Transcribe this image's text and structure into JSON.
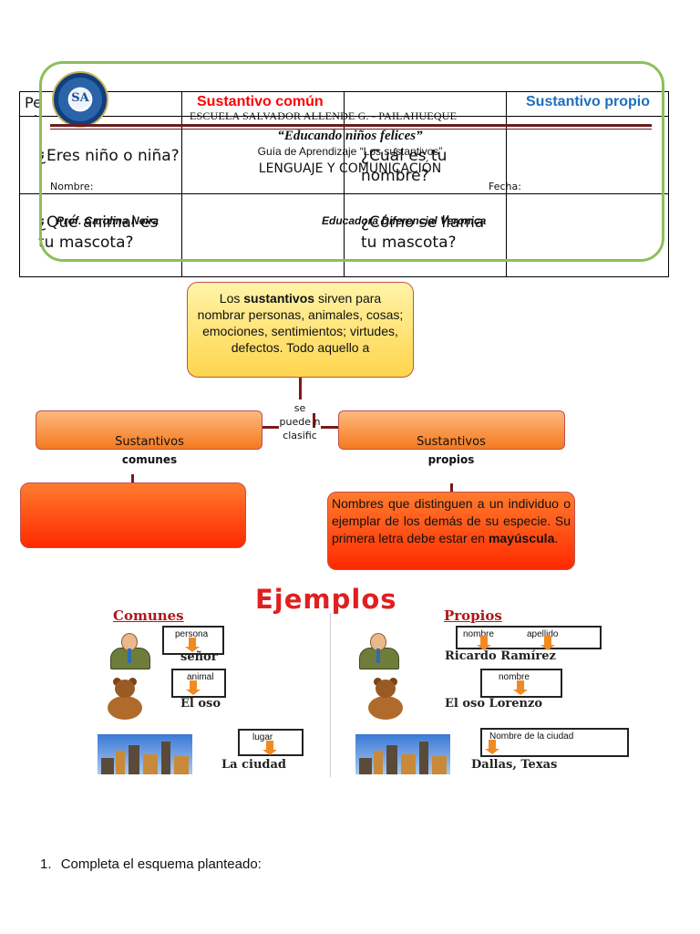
{
  "table": {
    "header_cut_left": "Pe",
    "header_cut_left_2": "ol",
    "header_cut_left_3": "m",
    "common_header": "Sustantivo común",
    "proper_header": "Sustantivo propio",
    "q1": "¿Eres niño o niña?",
    "q2": "¿Cuál es tu nombre?",
    "q3": "¿Qué animal es tu mascota?",
    "q4": "¿Cómo se llama tu mascota?"
  },
  "header": {
    "school": "ESCUELA SALVADOR ALLENDE G. - PAILAHUEQUE",
    "motto": "“Educando niños felices”",
    "guide": "Guía de Aprendizaje “Los sustantivos”",
    "subject": "LENGUAJE Y COMUNICACIÓN",
    "name_label": "Nombre:",
    "date_label": "Fecha:",
    "teacher": "Prof. Carolina Neira",
    "educator": "Educadora Diferencial Veronica",
    "logo_text": "SA"
  },
  "diagram": {
    "definition_pre": "Los ",
    "definition_bold": "sustantivos",
    "definition_post": " sirven para nombrar personas, animales, cosas; emociones, sentimientos; virtudes, defectos. Todo aquello a",
    "connector": "se puede n clasific",
    "common_title": "Sustantivos",
    "common_sub": "comunes",
    "proper_title": "Sustantivos",
    "proper_sub": "propios",
    "proper_def_pre": "Nombres que distinguen a un individuo o ejemplar de los demás de su especie. Su primera letra debe estar en ",
    "proper_def_bold": "mayúscula",
    "proper_def_post": "."
  },
  "examples": {
    "title": "Ejemplos",
    "common_head": "Comunes",
    "proper_head": "Propios",
    "c1_tag": "persona",
    "c1_word": "señor",
    "c2_tag": "animal",
    "c2_word": "El oso",
    "c3_tag": "lugar",
    "c3_word": "La ciudad",
    "p1_tag_a": "nombre",
    "p1_tag_b": "apellido",
    "p1_word": "Ricardo Ramírez",
    "p2_tag": "nombre",
    "p2_word": "El oso Lorenzo",
    "p3_tag": "Nombre de la ciudad",
    "p3_word": "Dallas, Texas"
  },
  "task": {
    "number": "1.",
    "text": "Completa el esquema planteado:"
  },
  "colors": {
    "header_border": "#8cbf5a",
    "common_red": "#ff0000",
    "proper_blue": "#1f6fbf",
    "dark_red": "#7a1a1a"
  }
}
